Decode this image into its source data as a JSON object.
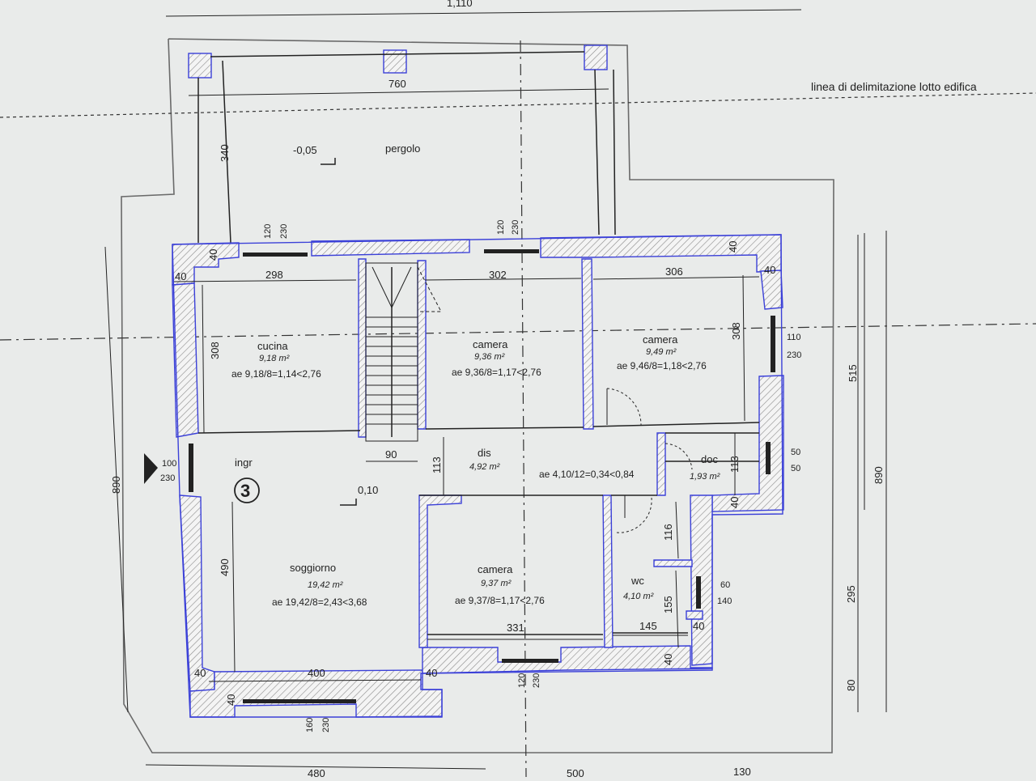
{
  "lot_label": "linea di delimitazione lotto edifica",
  "top_dims": {
    "overall_partial": "1,110",
    "pergola_width": "760",
    "pergola_depth": "340"
  },
  "pergola": {
    "label": "pergolo",
    "level": "-0,05"
  },
  "upper_dims": {
    "cucina_width": "298",
    "camera1_width": "302",
    "camera2_width": "306",
    "wall_40_a": "40",
    "wall_40_b": "40",
    "wall_40_c": "40",
    "wall_40_d": "40",
    "win1_w": "120",
    "win1_h": "230",
    "win2_w": "120",
    "win2_h": "230",
    "cucina_depth": "308",
    "camera2_depth": "308",
    "right_win_w": "110",
    "right_win_h": "230",
    "right_dim_515": "515",
    "left_dim_890": "890",
    "right_dim_890": "890",
    "stair_90": "90",
    "dis_113": "113",
    "doc_113": "113",
    "doc_win_a": "50",
    "doc_win_b": "50",
    "wall_40_doc": "40",
    "left_win_w": "100",
    "left_win_h": "230"
  },
  "rooms": {
    "cucina": {
      "name": "cucina",
      "area": "9,18 m²",
      "formula": "ae 9,18/8=1,14<2,76"
    },
    "camera1": {
      "name": "camera",
      "area": "9,36 m²",
      "formula": "ae 9,36/8=1,17<2,76"
    },
    "camera2": {
      "name": "camera",
      "area": "9,49 m²",
      "formula": "ae 9,46/8=1,18<2,76"
    },
    "dis": {
      "name": "dis",
      "area": "4,92 m²"
    },
    "dis_formula": "ae 4,10/12=0,34<0,84",
    "doc": {
      "name": "doc",
      "area": "1,93 m²"
    },
    "ingr": {
      "name": "ingr",
      "number": "3",
      "level": "0,10"
    },
    "soggiorno": {
      "name": "soggiorno",
      "area": "19,42 m²",
      "formula": "ae 19,42/8=2,43<3,68"
    },
    "camera3": {
      "name": "camera",
      "area": "9,37 m²",
      "formula": "ae 9,37/8=1,17<2,76"
    },
    "wc": {
      "name": "wc",
      "area": "4,10 m²"
    }
  },
  "lower_dims": {
    "soggiorno_depth": "490",
    "soggiorno_width": "400",
    "wall_40_e": "40",
    "wall_40_f": "40",
    "wall_40_g": "40",
    "wall_40_h": "40",
    "camera3_width": "331",
    "wc_width": "145",
    "wc_116": "116",
    "wc_155": "155",
    "wc_win_w": "60",
    "wc_win_h": "140",
    "bottom_win_w": "160",
    "bottom_win_h": "230",
    "bot_win2_w": "120",
    "bot_win2_h": "230",
    "right_295": "295",
    "right_80": "80",
    "wall_40_i": "40",
    "wall_40_j": "40"
  },
  "bottom_dims": {
    "b480": "480",
    "b500": "500",
    "b130": "130"
  }
}
